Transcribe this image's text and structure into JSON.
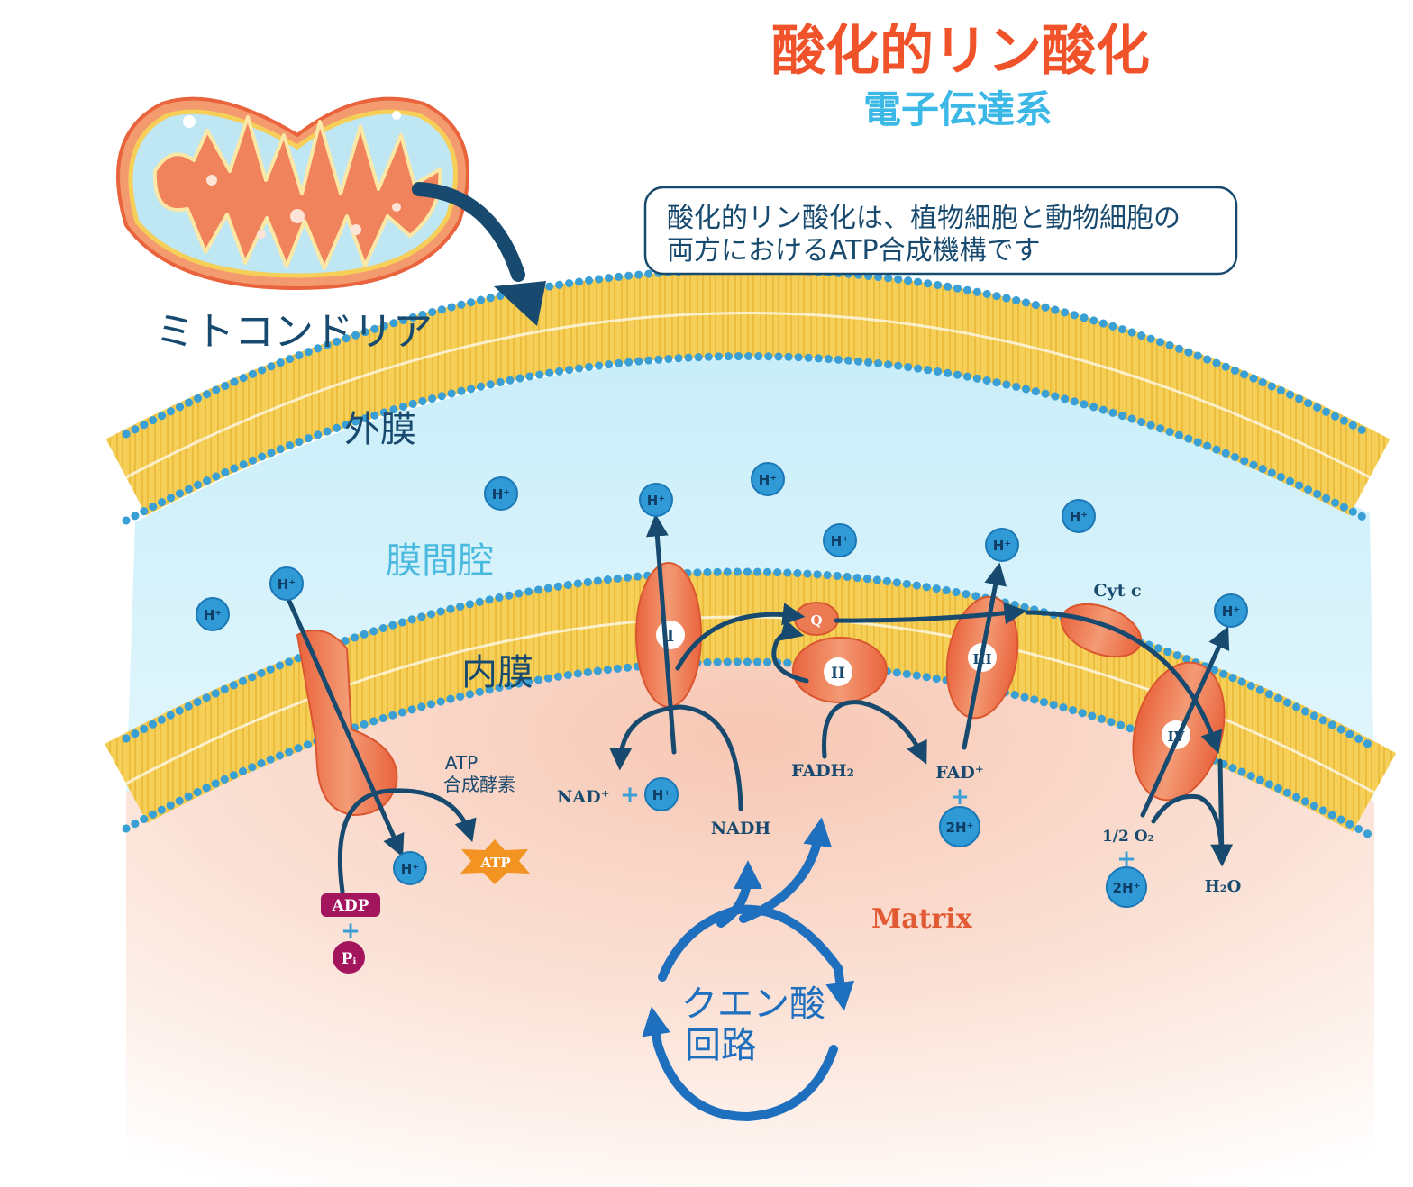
{
  "title": "酸化的リン酸化",
  "subtitle": "電子伝達系",
  "description_line1": "酸化的リン酸化は、植物細胞と動物細胞の",
  "description_line2": "両方におけるATP合成機構です",
  "labels": {
    "mitochondria": "ミトコンドリア",
    "outer_membrane": "外膜",
    "intermembrane_space": "膜間腔",
    "inner_membrane": "内膜",
    "atp_synthase_line1": "ATP",
    "atp_synthase_line2": "合成酵素",
    "matrix": "Matrix",
    "citric_acid_line1": "クエン酸",
    "citric_acid_line2": "回路"
  },
  "complexes": {
    "c1": "I",
    "c2": "II",
    "c3": "III",
    "c4": "IV",
    "q": "Q",
    "cytc": "Cyt c"
  },
  "molecules": {
    "h_plus": "H⁺",
    "two_h_plus": "2H⁺",
    "plus_sign": "+",
    "nad_plus": "NAD⁺",
    "nadh": "NADH",
    "fadh2": "FADH₂",
    "fad_plus": "FAD⁺",
    "half_o2": "1/2 O₂",
    "h2o": "H₂O",
    "adp": "ADP",
    "pi": "Pᵢ",
    "atp": "ATP"
  },
  "colors": {
    "title": "#f0522a",
    "subtitle": "#3cb8e6",
    "dark_navy": "#174a6e",
    "cycle_blue": "#1f6fbf",
    "membrane_yellow": "#f6cf58",
    "head_blue": "#3a9fd4",
    "protein_orange": "#ec7a52",
    "proton_blue": "#2f9ad6",
    "adp_magenta": "#a3165e",
    "atp_orange": "#f29322"
  }
}
